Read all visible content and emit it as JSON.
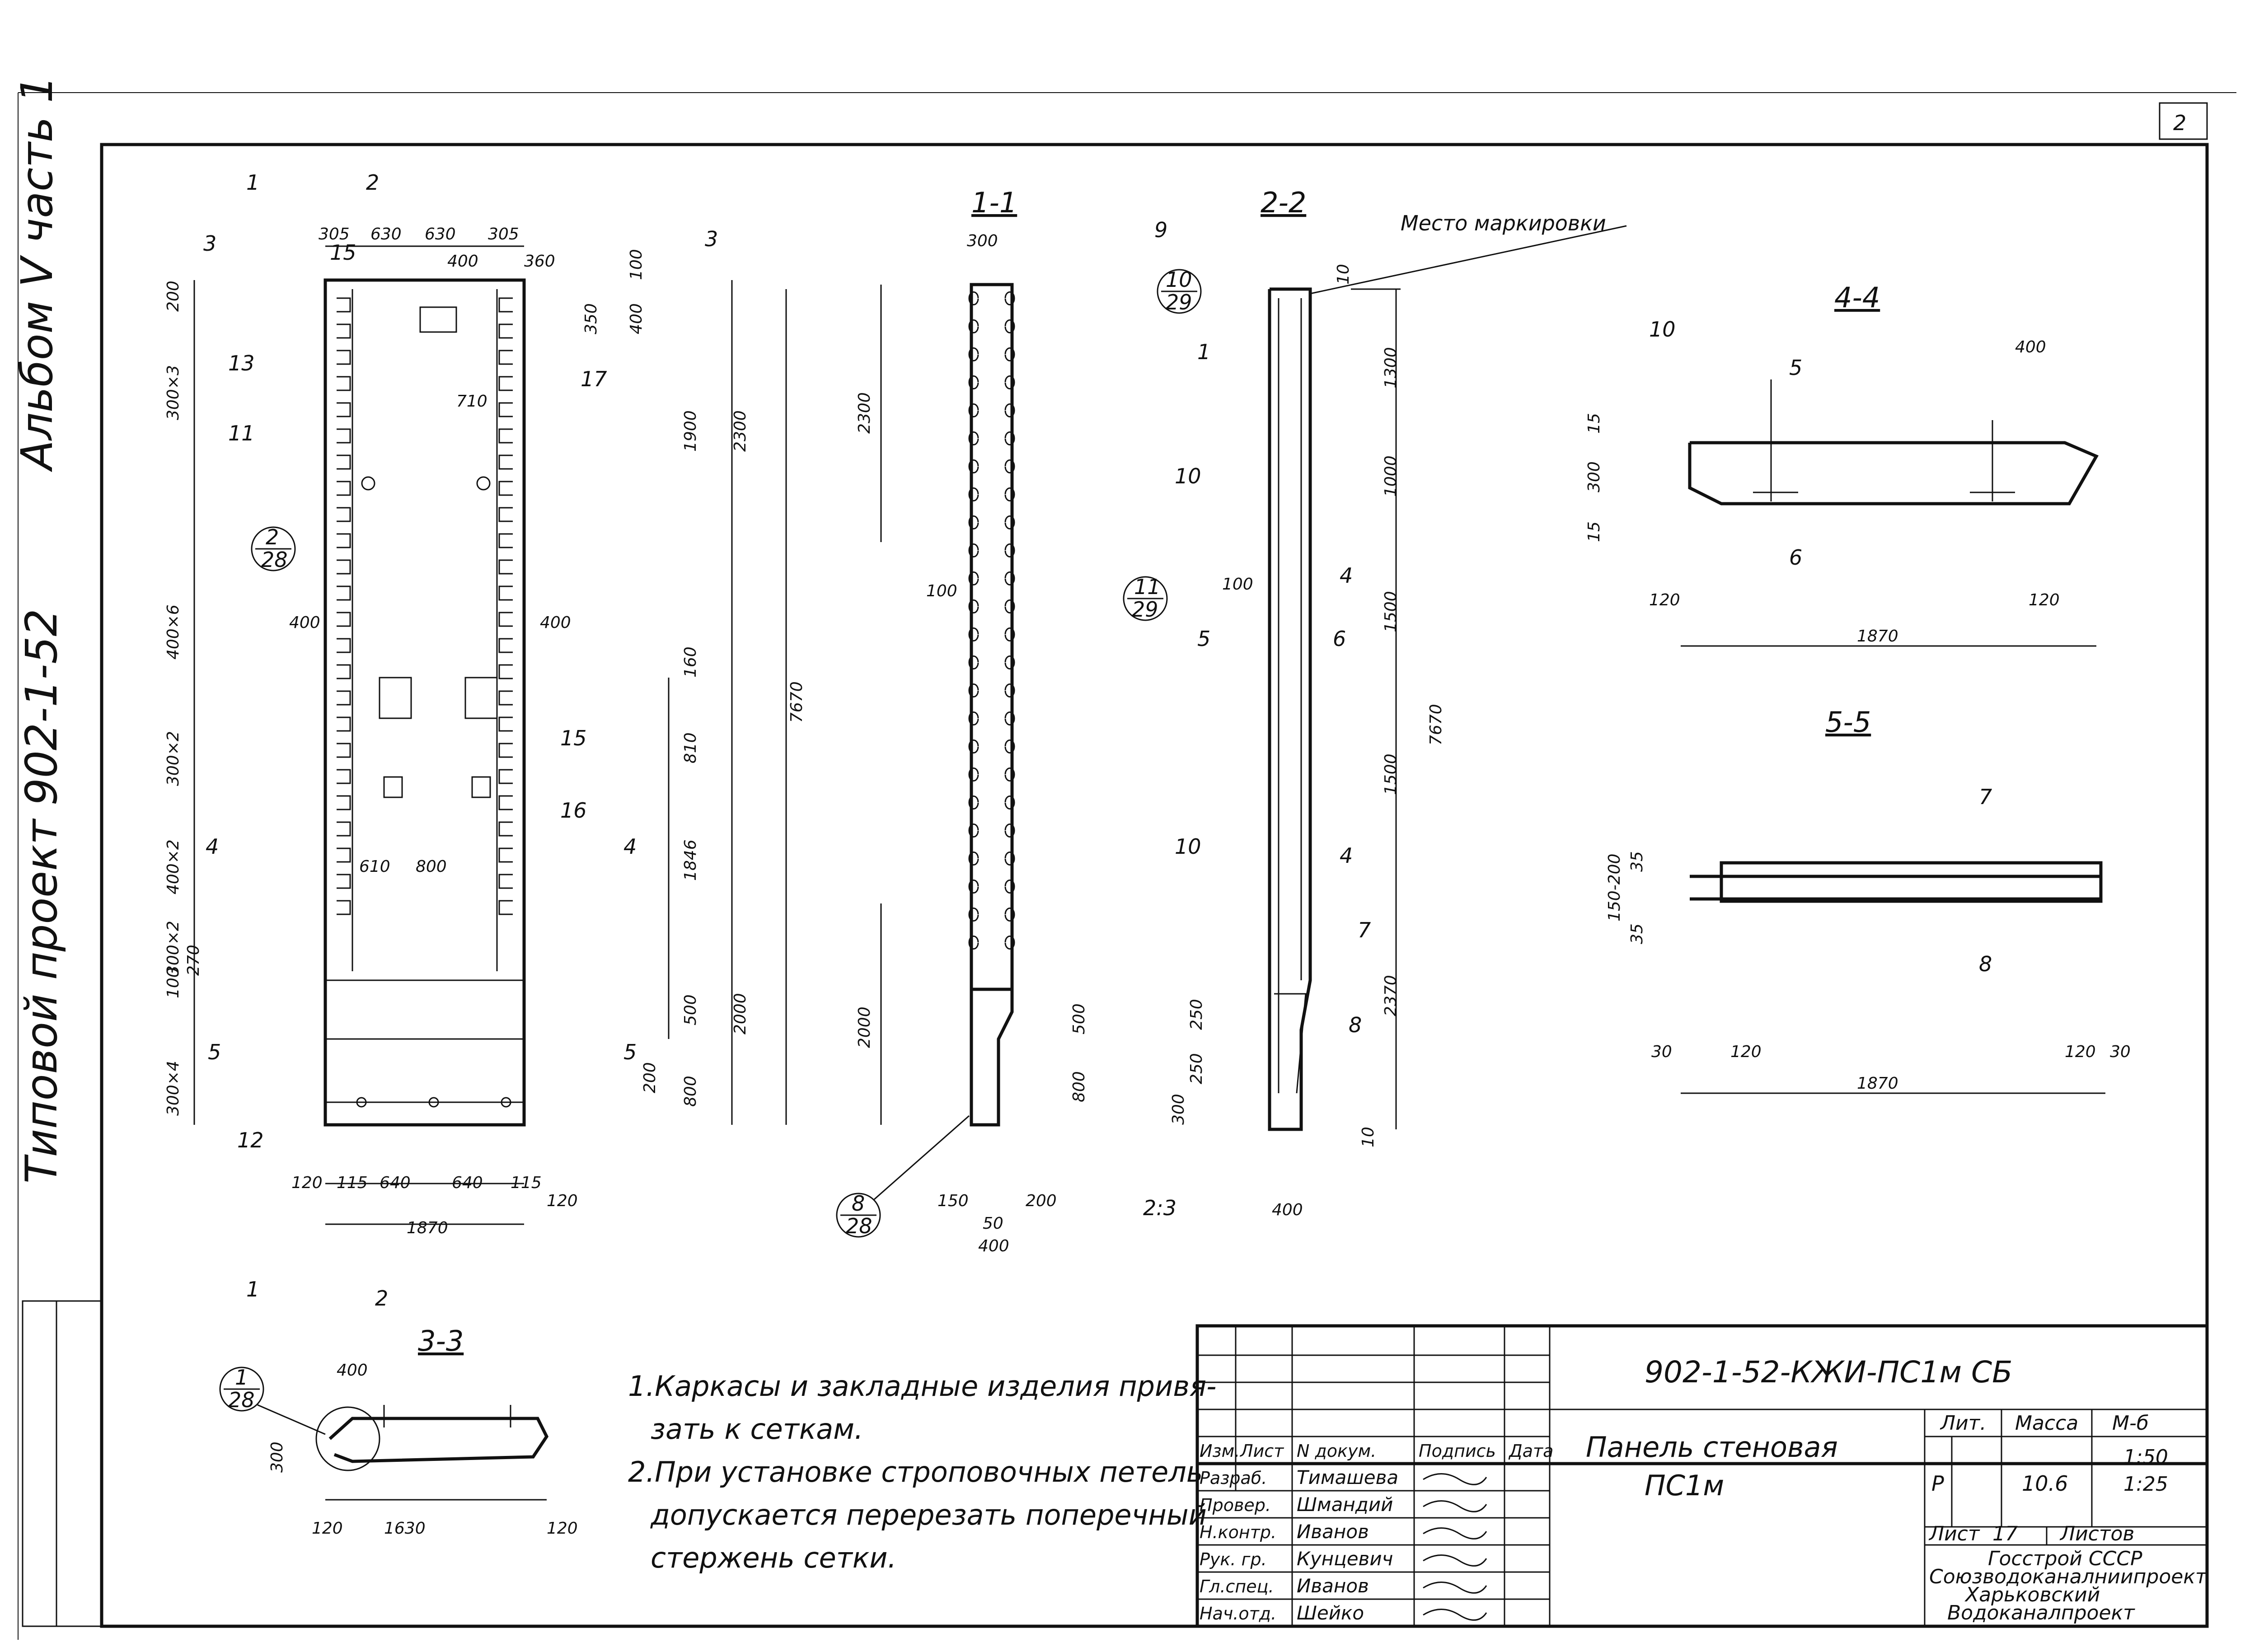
{
  "page_number": "2",
  "side": {
    "album": "Альбом V часть 1",
    "project": "Типовой проект 902-1-52"
  },
  "sections": {
    "s11": "1-1",
    "s22": "2-2",
    "s33": "3-3",
    "s44": "4-4",
    "s55": "5-5",
    "cut1": "1",
    "cut2": "2",
    "cut3": "3",
    "cut4": "4",
    "cut5": "5"
  },
  "elevation": {
    "top_dims": [
      "305",
      "630",
      "630",
      "305"
    ],
    "top_small": [
      "400",
      "360",
      "100",
      "350",
      "400"
    ],
    "left_dims": [
      "200",
      "300×3",
      "400×6",
      "300×2",
      "400×2",
      "300×2",
      "100",
      "270",
      "300×4"
    ],
    "right_dims": [
      "1900",
      "2300",
      "7670",
      "160",
      "810",
      "1846",
      "500",
      "2000",
      "200",
      "800"
    ],
    "mid_dims": [
      "710",
      "610",
      "800",
      "400",
      "400"
    ],
    "bottom_dims": [
      "120",
      "115",
      "640",
      "640",
      "115",
      "120",
      "1870"
    ],
    "positions": [
      "15",
      "13",
      "11",
      "17",
      "15",
      "16",
      "12"
    ],
    "callout_num": "2",
    "callout_den": "28"
  },
  "section11": {
    "dims": [
      "300",
      "2300",
      "100",
      "2000",
      "500",
      "800",
      "150",
      "200",
      "50",
      "400"
    ],
    "callout_num": "8",
    "callout_den": "28"
  },
  "section22": {
    "marking": "Место маркировки",
    "positions": [
      "9",
      "1",
      "10",
      "5",
      "6",
      "4",
      "10",
      "4",
      "7",
      "8"
    ],
    "dims": [
      "10",
      "1300",
      "1000",
      "1500",
      "1500",
      "7670",
      "2370",
      "250",
      "250",
      "300",
      "10",
      "100",
      "400",
      "2:3"
    ],
    "callout1_num": "10",
    "callout1_den": "29",
    "callout2_num": "11",
    "callout2_den": "29"
  },
  "section44": {
    "positions": [
      "10",
      "5",
      "6"
    ],
    "dims": [
      "400",
      "15",
      "300",
      "15",
      "120",
      "120",
      "1870"
    ]
  },
  "section55": {
    "positions": [
      "7",
      "8"
    ],
    "dims": [
      "35",
      "150-200",
      "35",
      "30",
      "120",
      "120",
      "30",
      "1870"
    ]
  },
  "section33": {
    "dims": [
      "400",
      "300",
      "120",
      "1630",
      "120"
    ],
    "callout_num": "1",
    "callout_den": "28"
  },
  "notes": [
    "1.Каркасы и закладные изделия привя-",
    "зать к сеткам.",
    "2.При установке строповочных петель",
    "допускается перерезать поперечный",
    "стержень сетки."
  ],
  "title_block": {
    "code": "902-1-52-КЖИ-ПС1м СБ",
    "name1": "Панель стеновая",
    "name2": "ПС1м",
    "lit_h": "Лит.",
    "mass_h": "Масса",
    "scale_h": "М-б",
    "lit": "Р",
    "mass": "10.6",
    "scale1": "1:50",
    "scale2": "1:25",
    "sheet_label": "Лист",
    "sheet_no": "17",
    "sheets_label": "Листов",
    "org": [
      "Госстрой СССР",
      "Союзводоканалниипроект",
      "Харьковский",
      "Водоканалпроект"
    ],
    "header": [
      "Изм.",
      "Лист",
      "N докум.",
      "Подпись",
      "Дата"
    ],
    "staff": [
      {
        "role": "Разраб.",
        "name": "Тимашева"
      },
      {
        "role": "Провер.",
        "name": "Шмандий"
      },
      {
        "role": "Н.контр.",
        "name": "Иванов"
      },
      {
        "role": "Рук. гр.",
        "name": "Кунцевич"
      },
      {
        "role": "Гл.спец.",
        "name": "Иванов"
      },
      {
        "role": "Нач.отд.",
        "name": "Шейко"
      }
    ]
  }
}
